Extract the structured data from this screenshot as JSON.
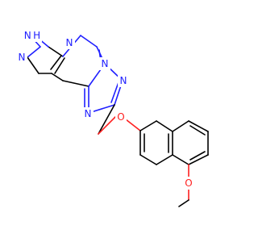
{
  "colors": {
    "background": "#ffffff",
    "carbon_bond": "#000000",
    "nitrogen": "#2020ff",
    "oxygen": "#ff2020"
  },
  "atoms": {
    "nh": {
      "label": "N H",
      "element": "N"
    },
    "n_pyrazole": {
      "label": "N",
      "element": "N"
    },
    "n_pyrimidine_top": {
      "label": "N",
      "element": "N"
    },
    "n_bridge": {
      "label": "N",
      "element": "N"
    },
    "n_triazole_right": {
      "label": "N",
      "element": "N"
    },
    "n_triazole_left": {
      "label": "N",
      "element": "N"
    },
    "o_ether": {
      "label": "O",
      "element": "O"
    },
    "o_methoxy": {
      "label": "O",
      "element": "O"
    }
  }
}
